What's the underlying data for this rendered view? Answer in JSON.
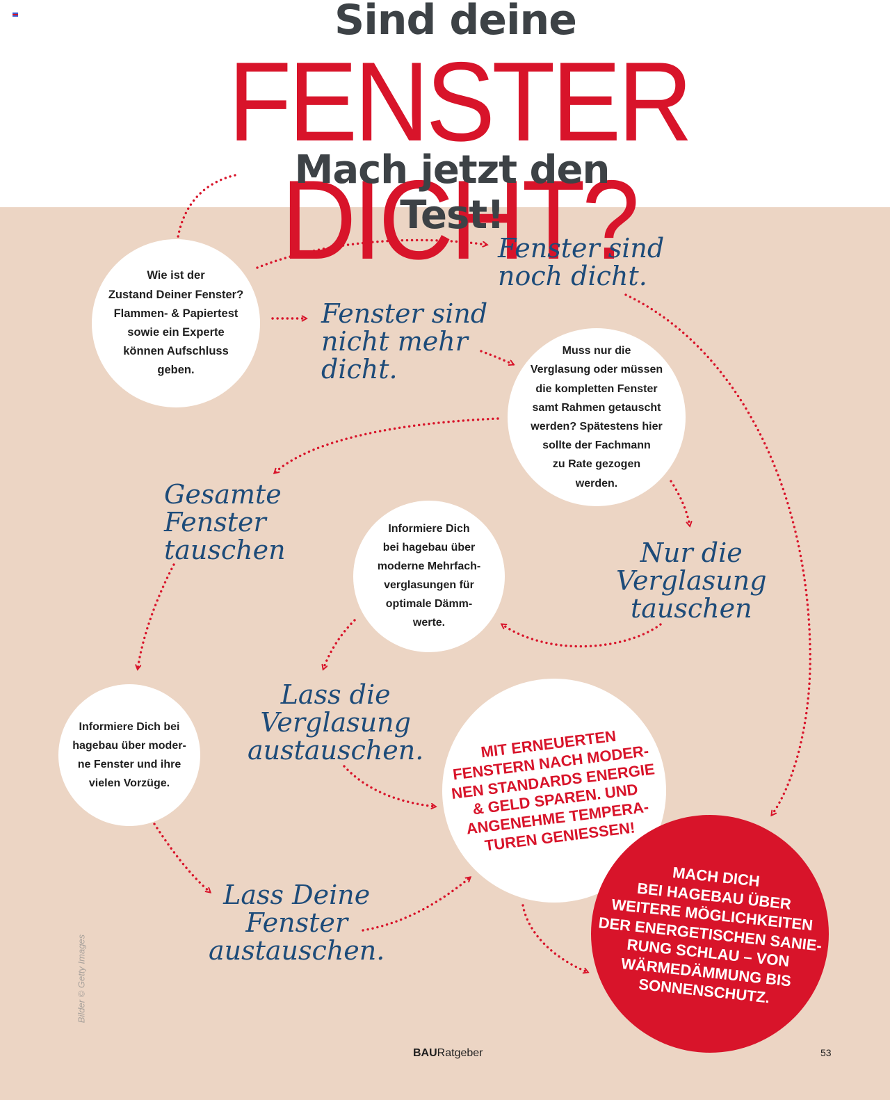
{
  "header": {
    "title_line1": "Sind deine",
    "title_line2": "FENSTER DICHT?",
    "title_line3": "Mach jetzt den Test!"
  },
  "nodes": {
    "start": "Wie ist der\nZustand Deiner Fenster?\nFlammen- & Papiertest\nsowie ein Experte\nkönnen Aufschluss\ngeben.",
    "still_tight": "Fenster sind\nnoch dicht.",
    "not_tight": "Fenster sind\nnicht mehr\ndicht.",
    "question": "Muss nur die\nVerglasung oder müssen\ndie kompletten Fenster\nsamt Rahmen getauscht\nwerden? Spätestens hier\nsollte der Fachmann\nzu Rate gezogen\nwerden.",
    "replace_all": "Gesamte\nFenster\ntauschen",
    "glazing_only": "Nur die\nVerglasung\ntauschen",
    "info_glazing": "Informiere Dich\nbei hagebau über\nmoderne Mehrfach-\nverglasungen für\noptimale Dämm-\nwerte.",
    "info_windows": "Informiere Dich bei\nhagebau über moder-\nne Fenster und ihre\nvielen Vorzüge.",
    "let_glazing": "Lass die\nVerglasung\naustauschen.",
    "let_windows": "Lass Deine\nFenster\naustauschen.",
    "result": "MIT ERNEUERTEN\nFENSTERN NACH MODER-\nNEN STANDARDS ENERGIE\n& GELD SPAREN. UND\nANGENEHME TEMPERA-\nTUREN GENIESSEN!",
    "final": "MACH DICH\nBEI HAGEBAU ÜBER\nWEITERE MÖGLICHKEITEN\nDER ENERGETISCHEN SANIE-\nRUNG SCHLAU – VON\nWÄRMEDÄMMUNG BIS\nSONNENSCHUTZ."
  },
  "credit": "Bilder © Getty Images",
  "footer": {
    "brand_bold": "BAU",
    "brand_rest": "Ratgeber",
    "page": "53"
  },
  "colors": {
    "accent_red": "#d8142a",
    "ink_blue": "#1d4b79",
    "panel_bg": "#ecd5c4",
    "title_gray": "#3d4246"
  }
}
